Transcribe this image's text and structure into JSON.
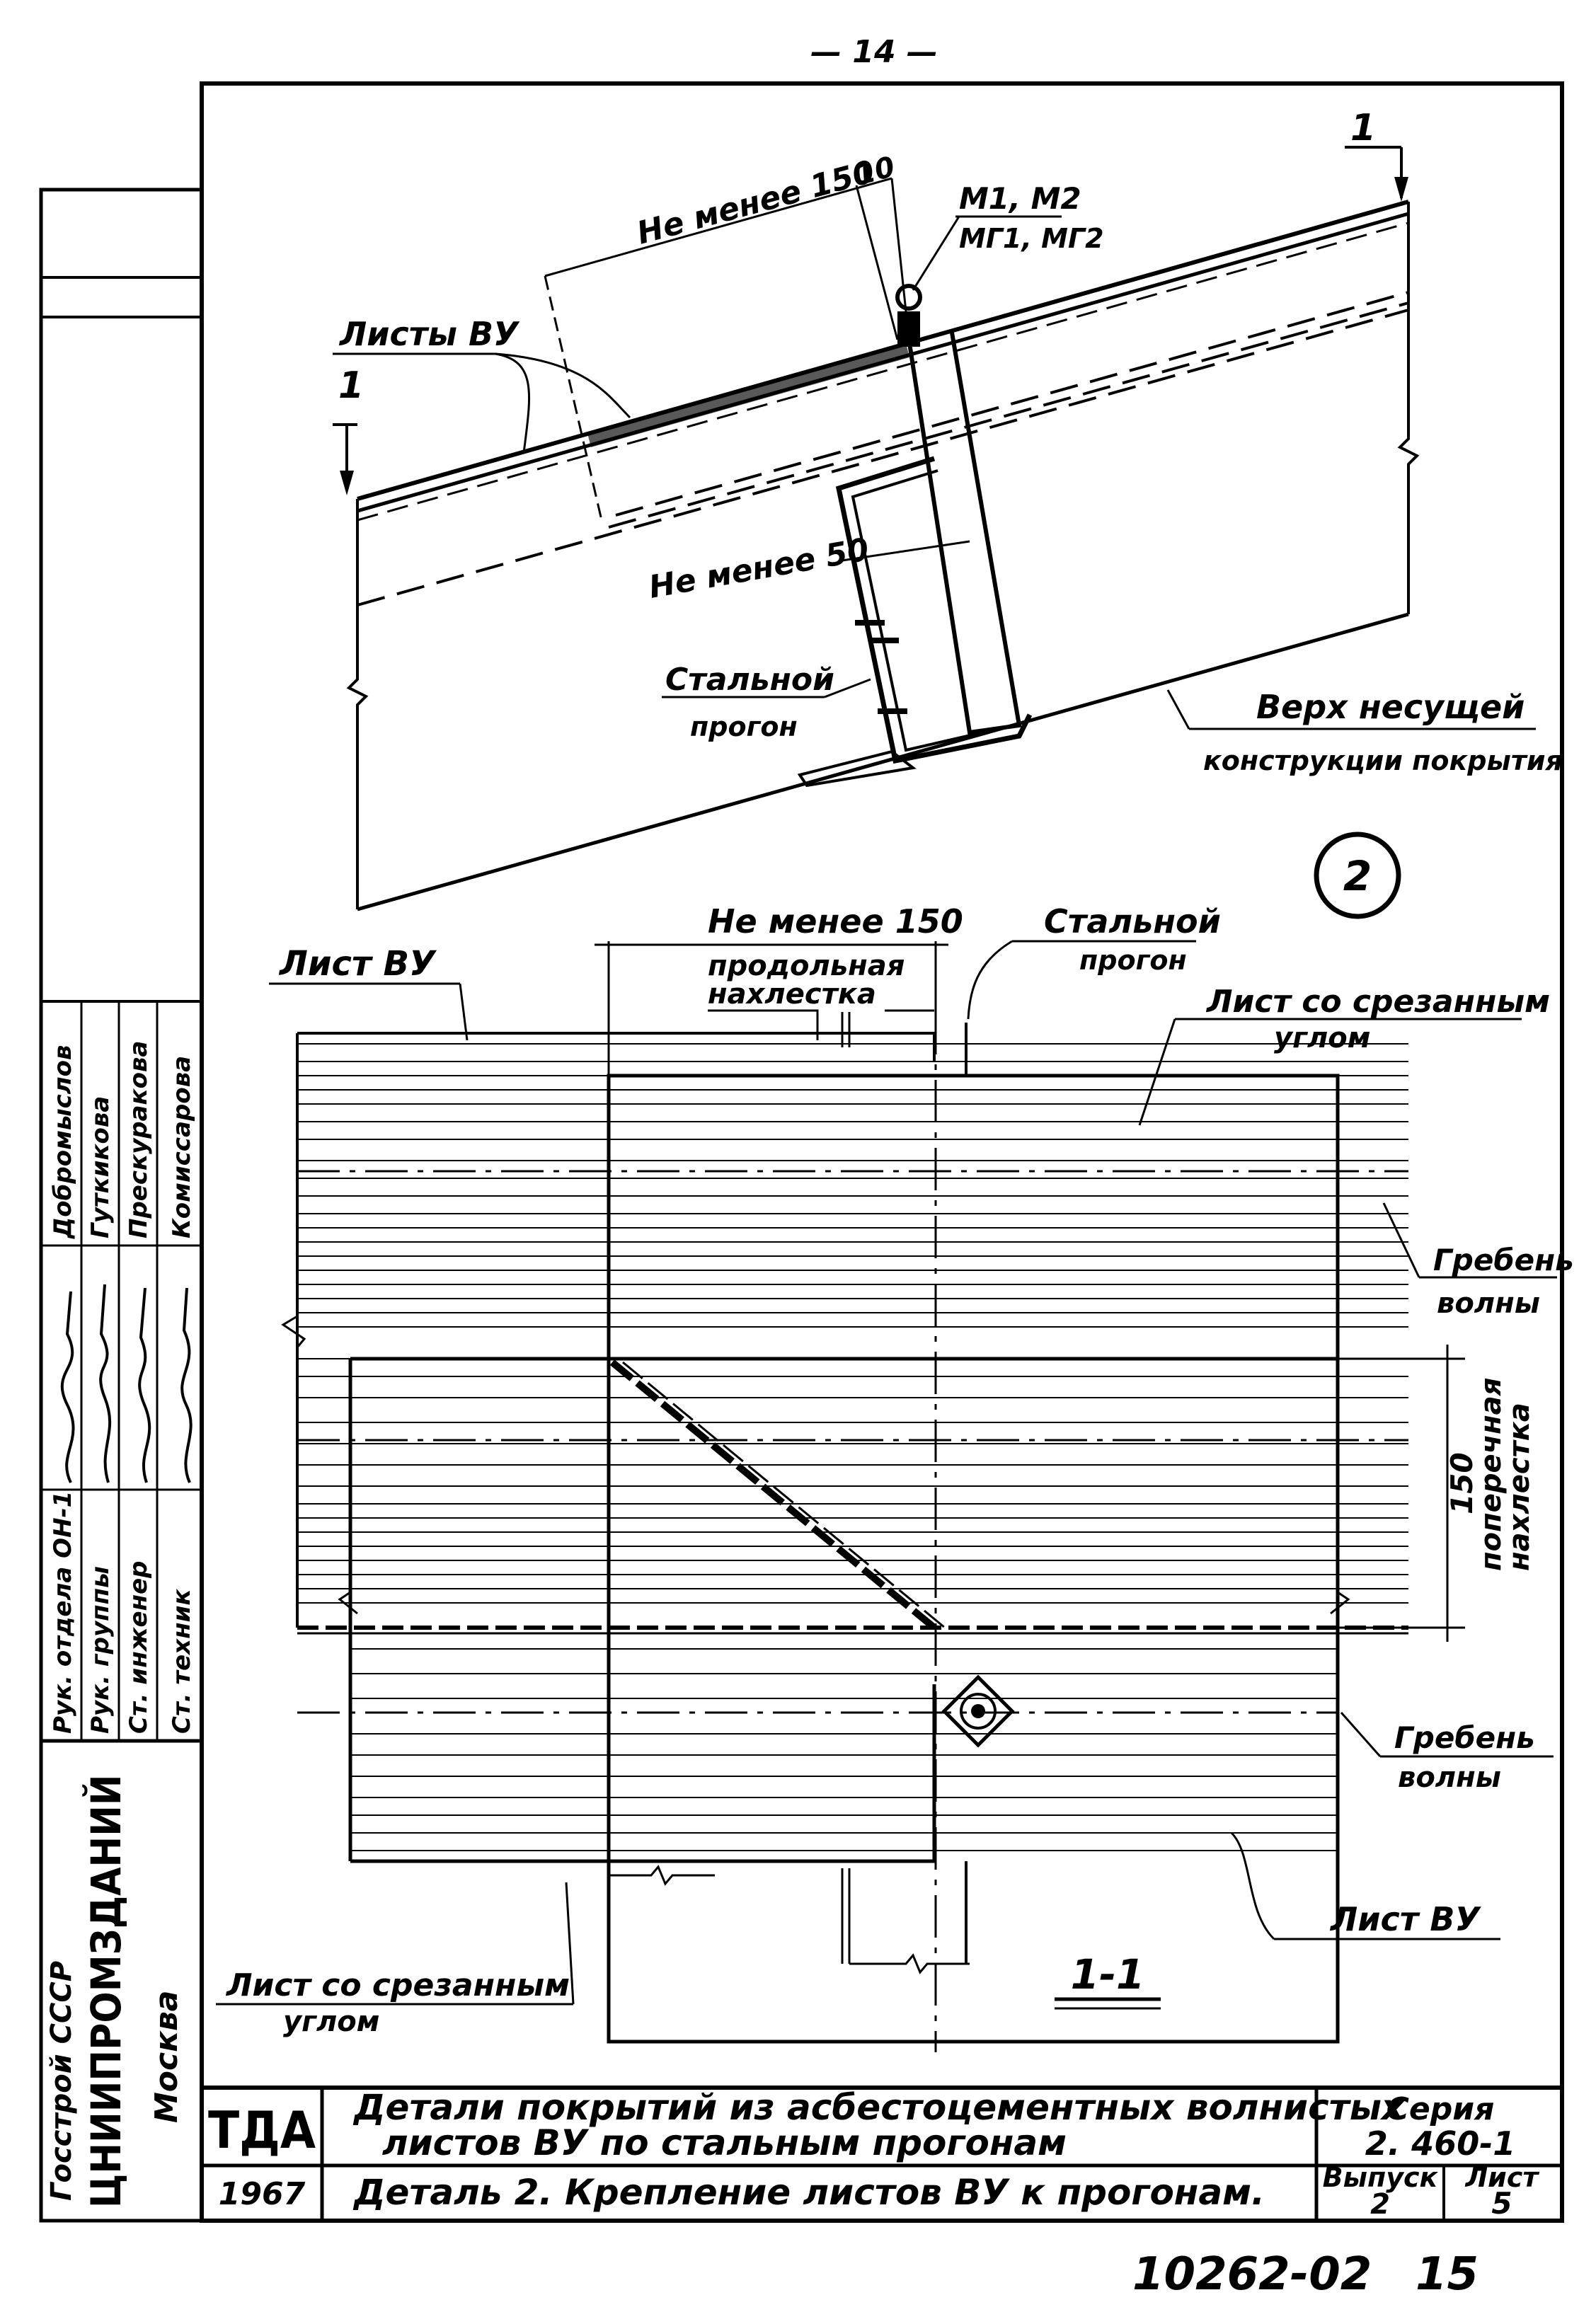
{
  "page_number": "— 14 —",
  "detail_circle": "2",
  "section_marker": "1",
  "section_title": "1-1",
  "upper_view": {
    "min_len_label": "Не менее 150",
    "gap_label": "10",
    "fasteners": [
      "М1, М2",
      "МГ1, МГ2"
    ],
    "sheets_label": "Листы ВУ",
    "min_50_label": "Не менее 50",
    "purlin_label": [
      "Стальной",
      "прогон"
    ],
    "structure_label": [
      "Верх несущей",
      "конструкции покрытия"
    ]
  },
  "plan_view": {
    "min_len_label": "Не менее 150",
    "longitudinal_overlap": [
      "продольная",
      "нахлестка"
    ],
    "purlin_label": [
      "Стальной",
      "прогон"
    ],
    "sheet_vu_top": "Лист ВУ",
    "cut_sheet_top": [
      "Лист со срезанным",
      "углом"
    ],
    "wave_crest_1": [
      "Гребень",
      "волны"
    ],
    "transverse_dim": "150",
    "transverse_overlap": [
      "поперечная",
      "нахлестка"
    ],
    "wave_crest_2": [
      "Гребень",
      "волны"
    ],
    "sheet_vu_bottom": "Лист ВУ",
    "cut_sheet_bottom": [
      "Лист со срезанным",
      "углом"
    ]
  },
  "signatures": {
    "roles": [
      "Рук. отдела ОН-1",
      "Рук. группы",
      "Ст. инженер",
      "Ст. техник"
    ],
    "names": [
      "Добромыслов",
      "Гуткикова",
      "Прескуракова",
      "Комиссарова"
    ]
  },
  "organization": [
    "Госстрой СССР",
    "ЦНИИПРОМЗДАНИЙ",
    "Москва"
  ],
  "title_block": {
    "code": "ТДА",
    "year": "1967",
    "title_line1": "Детали покрытий из асбестоцементных волнистых",
    "title_line2": "листов ВУ по стальным прогонам",
    "subtitle": "Деталь 2. Крепление листов ВУ к прогонам.",
    "series_label": "Серия",
    "series_value": "2. 460-1",
    "issue_label": "Выпуск",
    "issue_value": "2",
    "sheet_label": "Лист",
    "sheet_value": "5"
  },
  "archive_number": "10262-02",
  "archive_page": "15"
}
